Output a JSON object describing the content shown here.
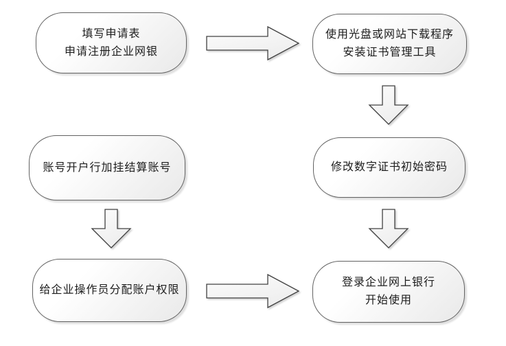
{
  "colors": {
    "canvas_bg": "#ffffff",
    "node_border": "#616161",
    "node_fill_light": "#ffffff",
    "node_fill_dark": "#e9e9e9",
    "node_text": "#1c1c1c",
    "arrow_border": "#404040",
    "arrow_fill_light": "#fcfcfc",
    "arrow_fill_dark": "#eeeeee"
  },
  "flow": {
    "nodes": [
      {
        "id": "apply-register",
        "lines": [
          "填写申请表",
          "申请注册企业网银"
        ]
      },
      {
        "id": "download-install-cert-tool",
        "lines": [
          "使用光盘或网站下载程序",
          "安装证书管理工具"
        ]
      },
      {
        "id": "link-settlement-account",
        "lines": [
          "账号开户行加挂结算账号"
        ]
      },
      {
        "id": "change-cert-initial-password",
        "lines": [
          "修改数字证书初始密码"
        ]
      },
      {
        "id": "assign-operator-account-permissions",
        "lines": [
          "给企业操作员分配账户权限"
        ]
      },
      {
        "id": "login-start-use",
        "lines": [
          "登录企业网上银行",
          "开始使用"
        ]
      }
    ],
    "connections": [
      {
        "from": "apply-register",
        "to": "download-install-cert-tool",
        "direction": "right"
      },
      {
        "from": "download-install-cert-tool",
        "to": "change-cert-initial-password",
        "direction": "down"
      },
      {
        "from": "link-settlement-account",
        "to": "assign-operator-account-permissions",
        "direction": "down"
      },
      {
        "from": "change-cert-initial-password",
        "to": "login-start-use",
        "direction": "down"
      },
      {
        "from": "assign-operator-account-permissions",
        "to": "login-start-use",
        "direction": "right"
      }
    ]
  }
}
